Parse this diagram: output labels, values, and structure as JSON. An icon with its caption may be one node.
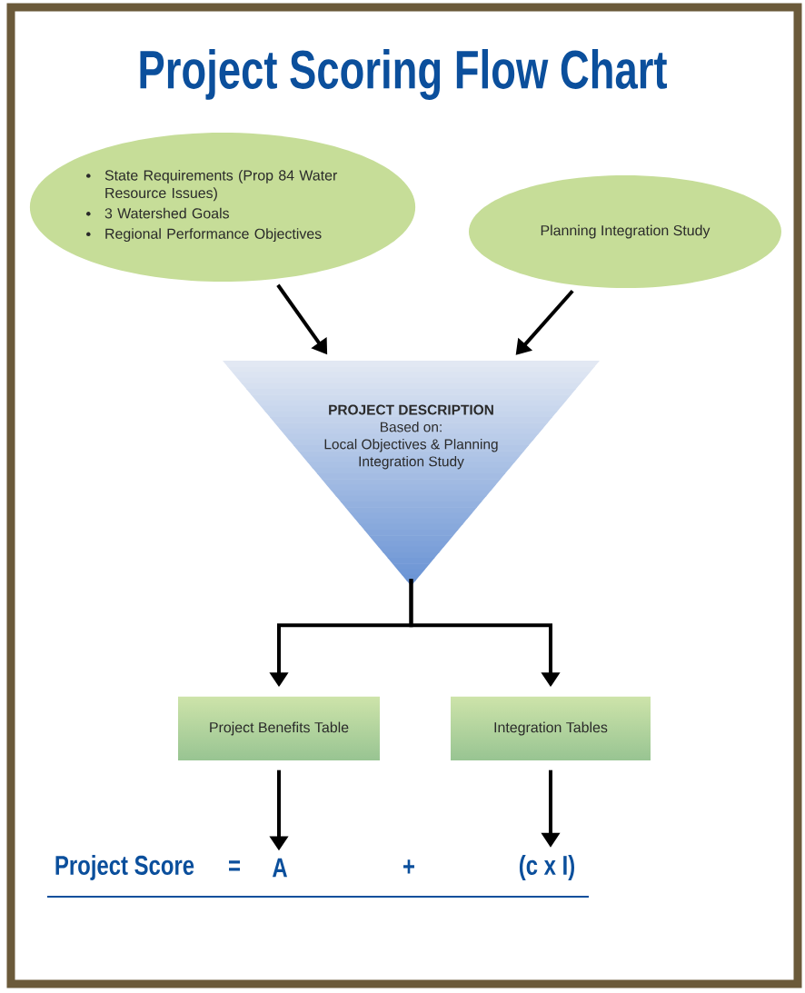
{
  "diagram": {
    "title": "Project Scoring Flow Chart",
    "nodes": [
      {
        "text": [
          "State Requirements (Prop 84 Water Resource Issues)",
          "3 Watershed Goals",
          "Regional Performance Objectives"
        ]
      },
      {
        "text": [
          "Planning Integration Study"
        ]
      },
      {
        "text": [
          "PROJECT DESCRIPTION",
          "Based on:",
          "Local Objectives & Planning Integration Study"
        ]
      },
      {
        "text": [
          "Project Benefits Table"
        ]
      },
      {
        "text": [
          "Integration Tables"
        ]
      },
      {
        "text": [
          "A"
        ]
      },
      {
        "text": [
          "(c x I)"
        ]
      }
    ],
    "edges": [
      {
        "from": 0,
        "to": 2,
        "arrow": "to"
      },
      {
        "from": 1,
        "to": 2,
        "arrow": "to"
      },
      {
        "from": 2,
        "to": 3,
        "arrow": "to"
      },
      {
        "from": 2,
        "to": 4,
        "arrow": "to"
      },
      {
        "from": 3,
        "to": 5,
        "arrow": "to"
      },
      {
        "from": 4,
        "to": 6,
        "arrow": "to"
      }
    ],
    "labels": [
      "Project Score",
      "=",
      "+"
    ]
  }
}
